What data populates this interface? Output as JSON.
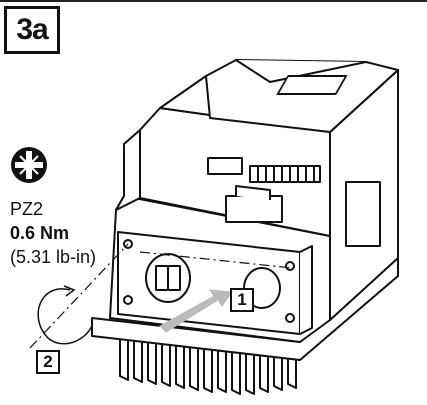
{
  "step_label": "3a",
  "tool": {
    "icon": "phillips-pozidriv-screw-icon",
    "bit": "PZ2",
    "torque_metric": "0.6 Nm",
    "torque_imperial": "(5.31 lb-in)"
  },
  "callouts": {
    "remove_plate": "1",
    "rotate_screw": "2"
  }
}
